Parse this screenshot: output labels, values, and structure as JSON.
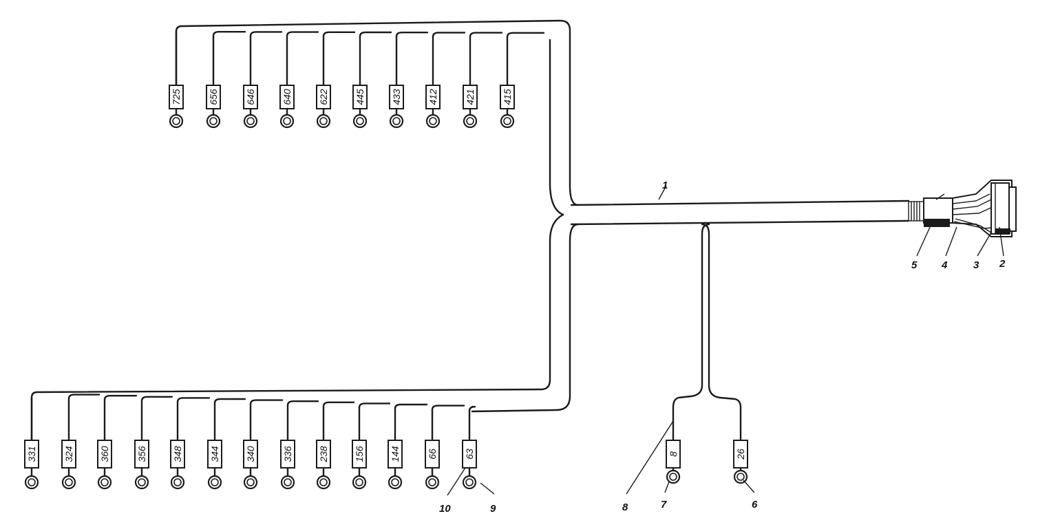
{
  "top_tags": [
    "725",
    "656",
    "646",
    "640",
    "622",
    "445",
    "433",
    "412",
    "421",
    "415"
  ],
  "bottom_left_tags": [
    "331",
    "324",
    "360",
    "356",
    "348",
    "344",
    "340",
    "336",
    "238",
    "156",
    "144",
    "66",
    "63"
  ],
  "bottom_right_tags": [
    "8",
    "26"
  ],
  "callouts": {
    "trunk": "1",
    "p2": "2",
    "p3": "3",
    "p4": "4",
    "p5": "5",
    "p6": "6",
    "p7": "7",
    "p8": "8",
    "p9": "9",
    "p10": "10"
  }
}
